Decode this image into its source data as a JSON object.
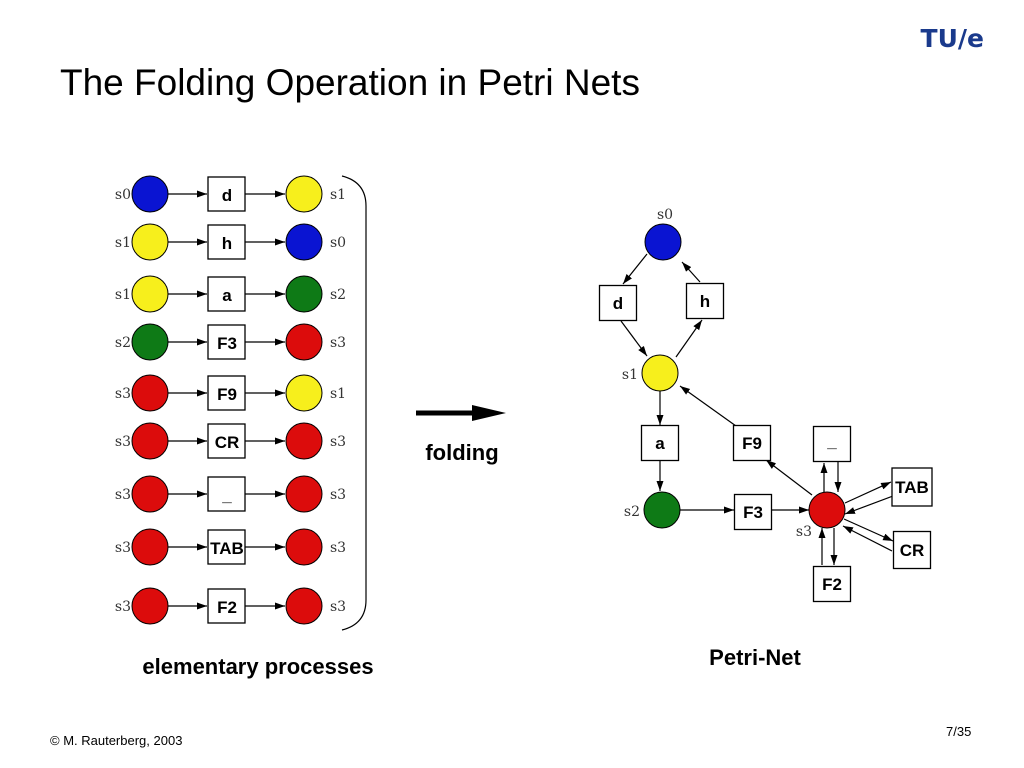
{
  "slide": {
    "title": "The Folding Operation in Petri Nets",
    "logo": "TU/e",
    "footer": "© M. Rauterberg, 2003",
    "page": "7/35"
  },
  "colors": {
    "s0": "#0a14d2",
    "s1": "#f7ef1c",
    "s2": "#0e7a16",
    "s3": "#dc0c0c"
  },
  "elementary": {
    "caption": "elementary processes",
    "rows": [
      {
        "from": "s0",
        "transition": "d",
        "to": "s1"
      },
      {
        "from": "s1",
        "transition": "h",
        "to": "s0"
      },
      {
        "from": "s1",
        "transition": "a",
        "to": "s2"
      },
      {
        "from": "s2",
        "transition": "F3",
        "to": "s3"
      },
      {
        "from": "s3",
        "transition": "F9",
        "to": "s1"
      },
      {
        "from": "s3",
        "transition": "CR",
        "to": "s3"
      },
      {
        "from": "s3",
        "transition": "_",
        "to": "s3"
      },
      {
        "from": "s3",
        "transition": "TAB",
        "to": "s3"
      },
      {
        "from": "s3",
        "transition": "F2",
        "to": "s3"
      }
    ]
  },
  "folding": {
    "label": "folding"
  },
  "petri_net": {
    "caption": "Petri-Net",
    "places": [
      {
        "id": "s0",
        "label": "s0"
      },
      {
        "id": "s1",
        "label": "s1"
      },
      {
        "id": "s2",
        "label": "s2"
      },
      {
        "id": "s3",
        "label": "s3"
      }
    ],
    "transitions": [
      {
        "id": "d",
        "label": "d"
      },
      {
        "id": "h",
        "label": "h"
      },
      {
        "id": "a",
        "label": "a"
      },
      {
        "id": "F9",
        "label": "F9"
      },
      {
        "id": "F3",
        "label": "F3"
      },
      {
        "id": "_",
        "label": "_"
      },
      {
        "id": "TAB",
        "label": "TAB"
      },
      {
        "id": "CR",
        "label": "CR"
      },
      {
        "id": "F2",
        "label": "F2"
      }
    ]
  }
}
